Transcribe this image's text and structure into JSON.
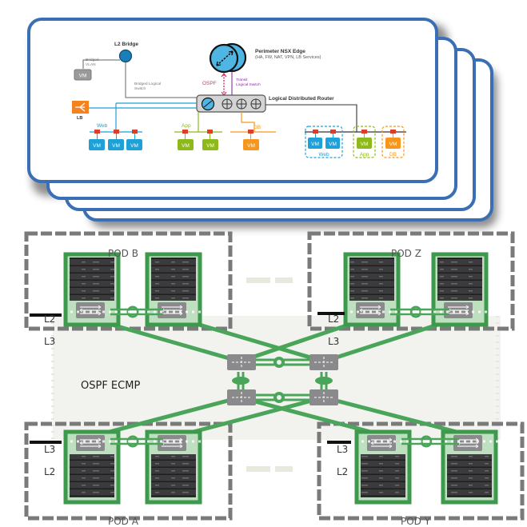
{
  "top_diagram": {
    "l2_bridge_label": "L2 Bridge",
    "bridged_vlan_label": [
      "Bridged",
      "VLAN"
    ],
    "bridged_logical_switch_label": [
      "Bridged Logical",
      "Switch"
    ],
    "perimeter_edge_title": "Perimeter NSX Edge",
    "perimeter_edge_subtitle": "(HA, FW, NAT, VPN, LB Services)",
    "ospf_label": "OSPF",
    "transit_switch_label": [
      "Transit",
      "Logical Switch"
    ],
    "ldr_label": "Logical Distributed Router",
    "lb_label": "LB",
    "vm_label": "VM",
    "segments": {
      "web": "Web",
      "app": "App",
      "db": "DB"
    },
    "grouped_segments": {
      "web": "Web",
      "app": "App",
      "db": "DB"
    },
    "colors": {
      "card_border": "#3a6fb5",
      "web": "#1ea0d8",
      "app": "#8dba1a",
      "db": "#f5961e",
      "lb": "#f5821f",
      "ospf": "#e0315a",
      "transit": "#8a2aa8",
      "bridge_vm": "#9a9a9a"
    }
  },
  "bottom_diagram": {
    "pods": [
      {
        "name": "POD B",
        "upper": "L2",
        "lower": "L3"
      },
      {
        "name": "POD Z",
        "upper": "L2",
        "lower": "L3"
      },
      {
        "name": "POD A",
        "upper": "L3",
        "lower": "L2"
      },
      {
        "name": "POD Y",
        "upper": "L3",
        "lower": "L2"
      }
    ],
    "core_label": "OSPF ECMP",
    "colors": {
      "link": "#4aa55a",
      "rack_border": "#3d9a4c",
      "pod_border": "#7a7a7a",
      "switch": "#8a8a8c"
    }
  }
}
